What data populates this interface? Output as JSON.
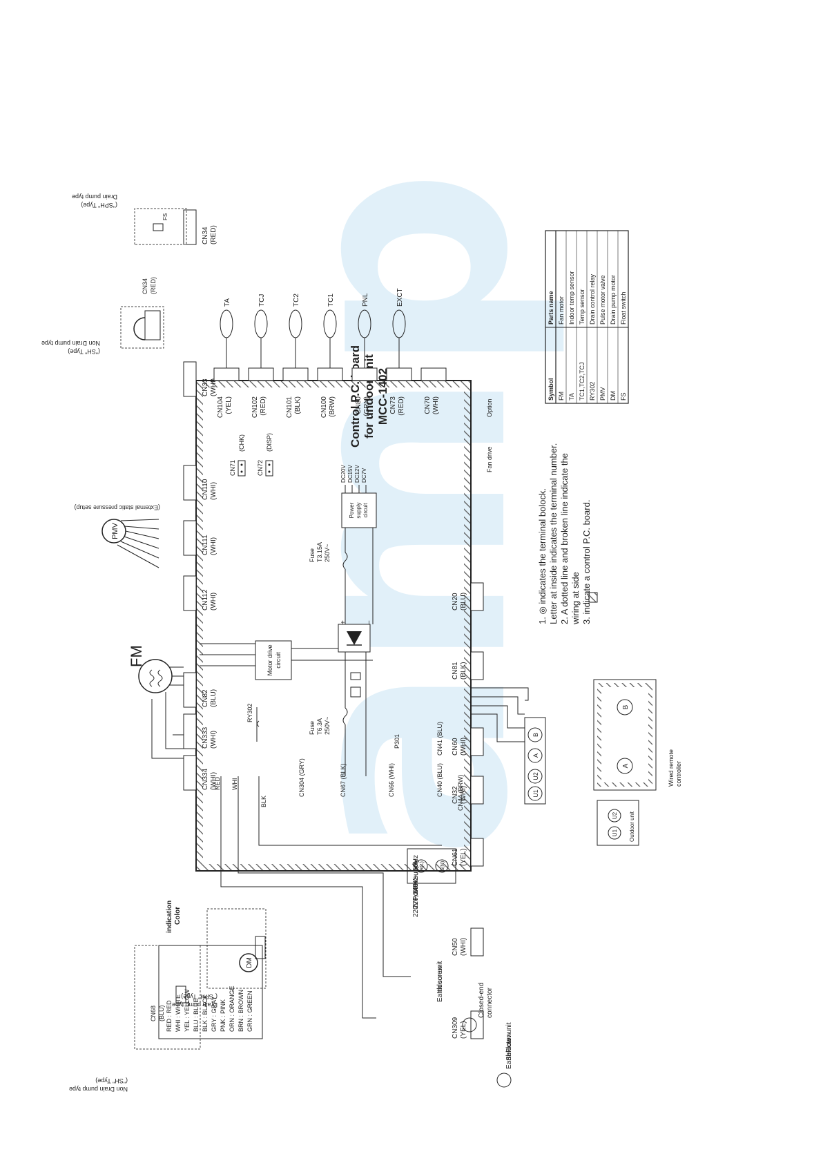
{
  "board": {
    "title1": "Control P.C. board",
    "title2": "for undoor unit",
    "title3": "MCC-1402"
  },
  "top_connectors": [
    {
      "name": "CN334",
      "color": "(WHI)"
    },
    {
      "name": "CN333",
      "color": "(WHI)"
    },
    {
      "name": "CN82",
      "color": "(BLU)"
    },
    {
      "name": "CN112",
      "color": "(WHI)"
    },
    {
      "name": "CN111",
      "color": "(WHI)"
    },
    {
      "name": "CN110",
      "color": "(WHI)"
    },
    {
      "name": "CN33",
      "color": "(WHI)"
    },
    {
      "name": "CN34",
      "color": "(RED)"
    }
  ],
  "right_connectors": [
    {
      "name": "CN104",
      "color": "(YEL)",
      "sensor": "TA"
    },
    {
      "name": "CN102",
      "color": "(RED)",
      "sensor": "TCJ"
    },
    {
      "name": "CN101",
      "color": "(BLK)",
      "sensor": "TC2"
    },
    {
      "name": "CN100",
      "color": "(BRW)",
      "sensor": "TC1"
    },
    {
      "name": "CN80",
      "color": "(GRN)",
      "sensor": "PNL"
    },
    {
      "name": "CN73",
      "color": "(RED)",
      "sensor": "EXCT"
    },
    {
      "name": "CN70",
      "color": "(WHI)",
      "sensor": ""
    }
  ],
  "bottom_connectors": [
    {
      "name": "CN309",
      "color": "(YEL)"
    },
    {
      "name": "CN50",
      "color": "(WHI)"
    },
    {
      "name": "CN61",
      "color": "(YEL)"
    },
    {
      "name": "CN32",
      "color": "(WHI)"
    },
    {
      "name": "CN60",
      "color": "(WHI)"
    },
    {
      "name": "CN81",
      "color": "(BLK)"
    },
    {
      "name": "CN20",
      "color": "(BLU)"
    }
  ],
  "left_connectors": [
    {
      "name": "CN304",
      "color": "(GRY)"
    },
    {
      "name": "CN67",
      "color": "(BLK)"
    },
    {
      "name": "CN66",
      "color": "(WHI)"
    },
    {
      "name": "CN40",
      "color": "(BLU)"
    },
    {
      "name": "CN41",
      "color": "(BLU)"
    },
    {
      "name": "CN44",
      "color": "(BRW)"
    },
    {
      "name": "CN68",
      "color": "(BLU)"
    }
  ],
  "labels": {
    "fm": "FM",
    "pmv": "PMV",
    "dm": "DM",
    "esp": "(External static pressure setup)",
    "motor_drive1": "Motor drive",
    "motor_drive2": "circuit",
    "power1": "Power",
    "power2": "supply",
    "power3": "circuit",
    "dc1": "DC20V",
    "dc2": "DC15V",
    "dc3": "DC12V",
    "dc4": "DC7V",
    "fuse_a1": "Fuse",
    "fuse_a2": "T3.15A",
    "fuse_a3": "250V~",
    "fuse_b1": "Fuse",
    "fuse_b2": "T6.3A",
    "fuse_b3": "250V~",
    "ry302": "RY302",
    "p301": "P301",
    "cn71": "CN71",
    "chk": "(CHK)",
    "cn72": "CN72",
    "disp": "(DISP)",
    "fan_drive": "Fan drive",
    "option": "Option",
    "non_drain_a1": "Non Drain pump type",
    "non_drain_a2": "(\"SH\" Type)",
    "drain_a1": "Drain pump type",
    "drain_a2": "(\"SPH\" Type)",
    "cn34": "CN34",
    "cn34c": "(RED)",
    "non_drain_b1": "Non Drain pump type",
    "non_drain_b2": "(\"SH\" Type)",
    "drain_b1": "Drain pump type",
    "drain_b2": "(\"SPH\" Type)",
    "cn68": "CN68",
    "cn68c": "(BLU)",
    "fs": "FS",
    "blk": "BLK",
    "blu": "BLU",
    "red": "RED",
    "whi": "WHI",
    "u1": "U1",
    "u2": "U2",
    "a": "A",
    "b": "B",
    "rl": "R(L)",
    "sn": "S(N)",
    "wired1": "Wired remote",
    "wired2": "controller",
    "outdoor": "Outdoor unit",
    "psu1": "Power supply",
    "psu2": "220-240V~, 50Hz",
    "psu3": "220V~, 60Hz",
    "closed1": "Closed-end",
    "closed2": "connector",
    "indoor1": "Indoor unit",
    "indoor2": "Earth screw",
    "flow1": "Flow",
    "flow2": "Selector unit",
    "flow3": "Earth screw"
  },
  "notes": [
    "1.  ◎ indicates the terminal bolock.",
    "     Letter at inside indicates the terminal number.",
    "2.  A dotted line and broken line indicate the",
    "     wiring at side",
    "3.       indicate a control P.C. board."
  ],
  "parts_table": {
    "headers": [
      "Symbol",
      "Parts name"
    ],
    "rows": [
      [
        "FM",
        "Fan motor"
      ],
      [
        "TA",
        "Indoor temp sensor"
      ],
      [
        "TC1,TC2,TCJ",
        "Temp sensor"
      ],
      [
        "RY302",
        "Drain control relay"
      ],
      [
        "PMV",
        "Pulse motor valve"
      ],
      [
        "DM",
        "Drain pump motor"
      ],
      [
        "FS",
        "Float switch"
      ]
    ]
  },
  "color_indication": {
    "title1": "Color",
    "title2": "indication",
    "rows": [
      "RED : RED",
      "WHI : WHITE",
      "YEL : YELLOW",
      "BLU : BLUE",
      "BLK : BLACK",
      "GRY : GRAY",
      "PNK : PINK",
      "ORN : ORANGE",
      "BRN : BROWN",
      "GRN : GREEN"
    ]
  },
  "watermark": "amp"
}
